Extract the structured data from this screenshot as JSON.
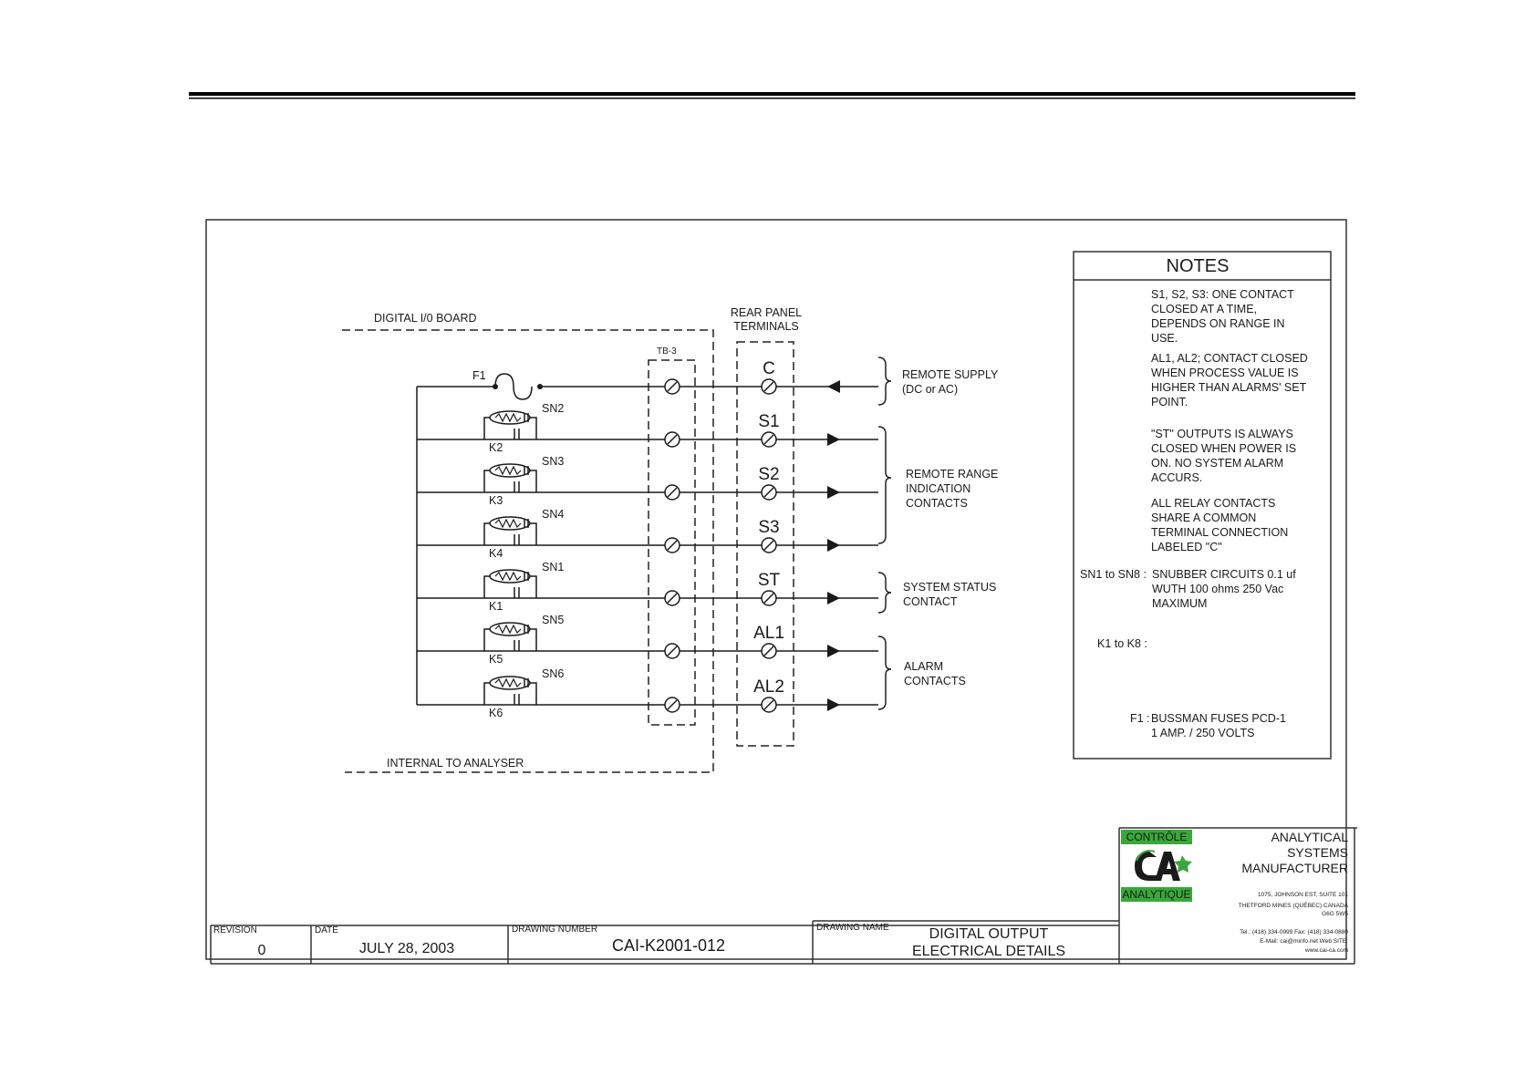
{
  "board": {
    "digital_io": "DIGITAL I/0 BOARD",
    "internal": "INTERNAL TO ANALYSER",
    "tb3": "TB-3",
    "rear_panel": [
      "REAR PANEL",
      "TERMINALS"
    ],
    "fuse": "F1"
  },
  "rows": [
    {
      "terminal": "C"
    },
    {
      "terminal": "S1",
      "snubber": "SN2",
      "relay": "K2"
    },
    {
      "terminal": "S2",
      "snubber": "SN3",
      "relay": "K3"
    },
    {
      "terminal": "S3",
      "snubber": "SN4",
      "relay": "K4"
    },
    {
      "terminal": "ST",
      "snubber": "SN1",
      "relay": "K1"
    },
    {
      "terminal": "AL1",
      "snubber": "SN5",
      "relay": "K5"
    },
    {
      "terminal": "AL2",
      "snubber": "SN6",
      "relay": "K6"
    }
  ],
  "groups": {
    "remote_supply": [
      "REMOTE SUPPLY",
      "(DC or AC)"
    ],
    "remote_range": [
      "REMOTE RANGE",
      "INDICATION",
      "CONTACTS"
    ],
    "system_status": [
      "SYSTEM STATUS",
      "CONTACT"
    ],
    "alarm": [
      "ALARM",
      "CONTACTS"
    ]
  },
  "notes": {
    "title": "NOTES",
    "n1": [
      "S1, S2, S3: ONE CONTACT",
      "CLOSED AT A TIME,",
      "DEPENDS ON RANGE IN",
      "USE."
    ],
    "n2": [
      "AL1, AL2; CONTACT CLOSED",
      "WHEN PROCESS VALUE IS",
      "HIGHER THAN ALARMS' SET",
      "POINT."
    ],
    "n3": [
      "\"ST\" OUTPUTS IS ALWAYS",
      "CLOSED WHEN POWER IS",
      "ON. NO SYSTEM ALARM",
      "ACCURS."
    ],
    "n4": [
      "ALL RELAY CONTACTS",
      "SHARE A COMMON",
      "TERMINAL CONNECTION",
      "LABELED \"C\""
    ],
    "sn_label": "SN1 to SN8 :",
    "sn_text": [
      "SNUBBER CIRCUITS 0.1 uf",
      "WUTH 100 ohms 250 Vac",
      "MAXIMUM"
    ],
    "k_label": "K1 to K8 :",
    "f_label": "F1 :",
    "f_text": [
      "BUSSMAN FUSES PCD-1",
      "1 AMP. / 250 VOLTS"
    ]
  },
  "title_block": {
    "revision_label": "REVISION",
    "revision": "0",
    "date_label": "DATE",
    "date": "JULY 28, 2003",
    "drawing_number_label": "DRAWING NUMBER",
    "drawing_number": "CAI-K2001-012",
    "drawing_name_label": "DRAWING NAME",
    "drawing_name": [
      "DIGITAL OUTPUT",
      "ELECTRICAL DETAILS"
    ]
  },
  "company": {
    "logo_top": "CONTRÔLE",
    "logo_bottom": "ANALYTIQUE",
    "name": [
      "ANALYTICAL",
      "SYSTEMS",
      "MANUFACTURER"
    ],
    "address": [
      "1075, JOHNSON EST, SUITE 101",
      "THETFORD MINES (QUÉBEC) CANADA",
      "G6G 5W5"
    ],
    "contact": [
      "Tel.: (418) 334-0999 Fax: (418) 334-0880",
      "E-Mail: cai@minfo.net  Web SITE:",
      "www.cai-ca.com"
    ]
  },
  "colors": {
    "logo_green": "#39a83a",
    "ink": "#1a1a1a"
  }
}
